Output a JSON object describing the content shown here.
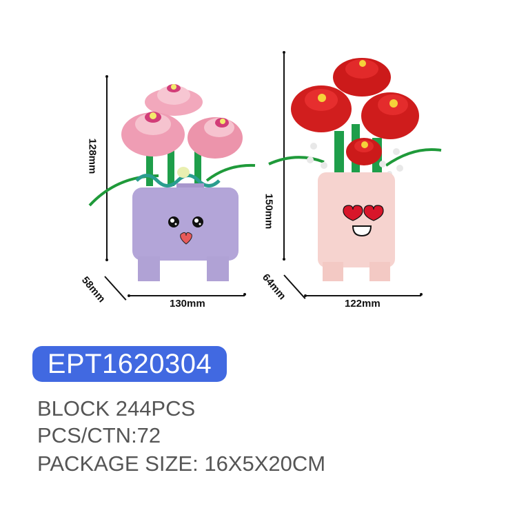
{
  "products": [
    {
      "name": "purple-pot-pink-flowers",
      "pot_color": "#b3a5d8",
      "flower_color": "#f0a3b8",
      "dimensions": {
        "height": "128mm",
        "depth": "58mm",
        "width": "130mm"
      }
    },
    {
      "name": "pink-pot-red-roses",
      "pot_color": "#f6d3cf",
      "flower_color": "#d81e1e",
      "dimensions": {
        "height": "150mm",
        "depth": "64mm",
        "width": "122mm"
      }
    }
  ],
  "model_number": "EPT1620304",
  "specs": {
    "block": "BLOCK 244PCS",
    "pcs_ctn": "PCS/CTN:72",
    "package_size": "PACKAGE SIZE: 16X5X20CM"
  },
  "colors": {
    "badge": "#4169e1",
    "spec_text": "#555555"
  }
}
